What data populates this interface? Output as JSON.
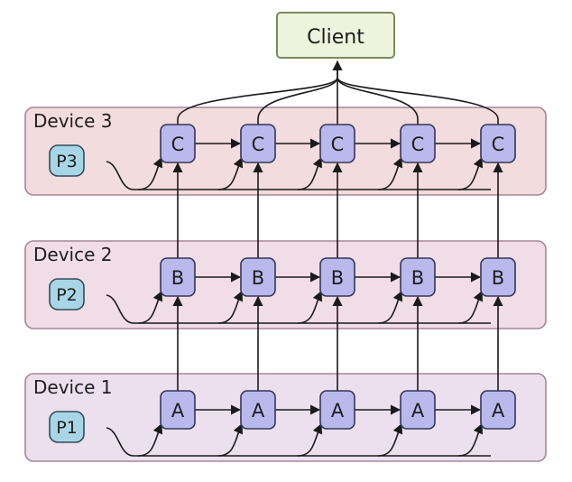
{
  "client": {
    "label": "Client"
  },
  "devices": [
    {
      "label": "Device 3",
      "param": "P3",
      "node": "C"
    },
    {
      "label": "Device 2",
      "param": "P2",
      "node": "B"
    },
    {
      "label": "Device 1",
      "param": "P1",
      "node": "A"
    }
  ],
  "nodes_per_device": 5,
  "colors": {
    "client_fill": "#eef3dd",
    "client_stroke": "#7b8a5a",
    "device3_fill": "#f3dcdd",
    "device2_fill": "#f1dde6",
    "device1_fill": "#ece0ef",
    "device_stroke": "#a6859a",
    "node_fill": "#b9b9ee",
    "node_stroke": "#35355a",
    "param_fill": "#a9d6e6",
    "param_stroke": "#2f4c5a",
    "line": "#1a1a1a"
  }
}
